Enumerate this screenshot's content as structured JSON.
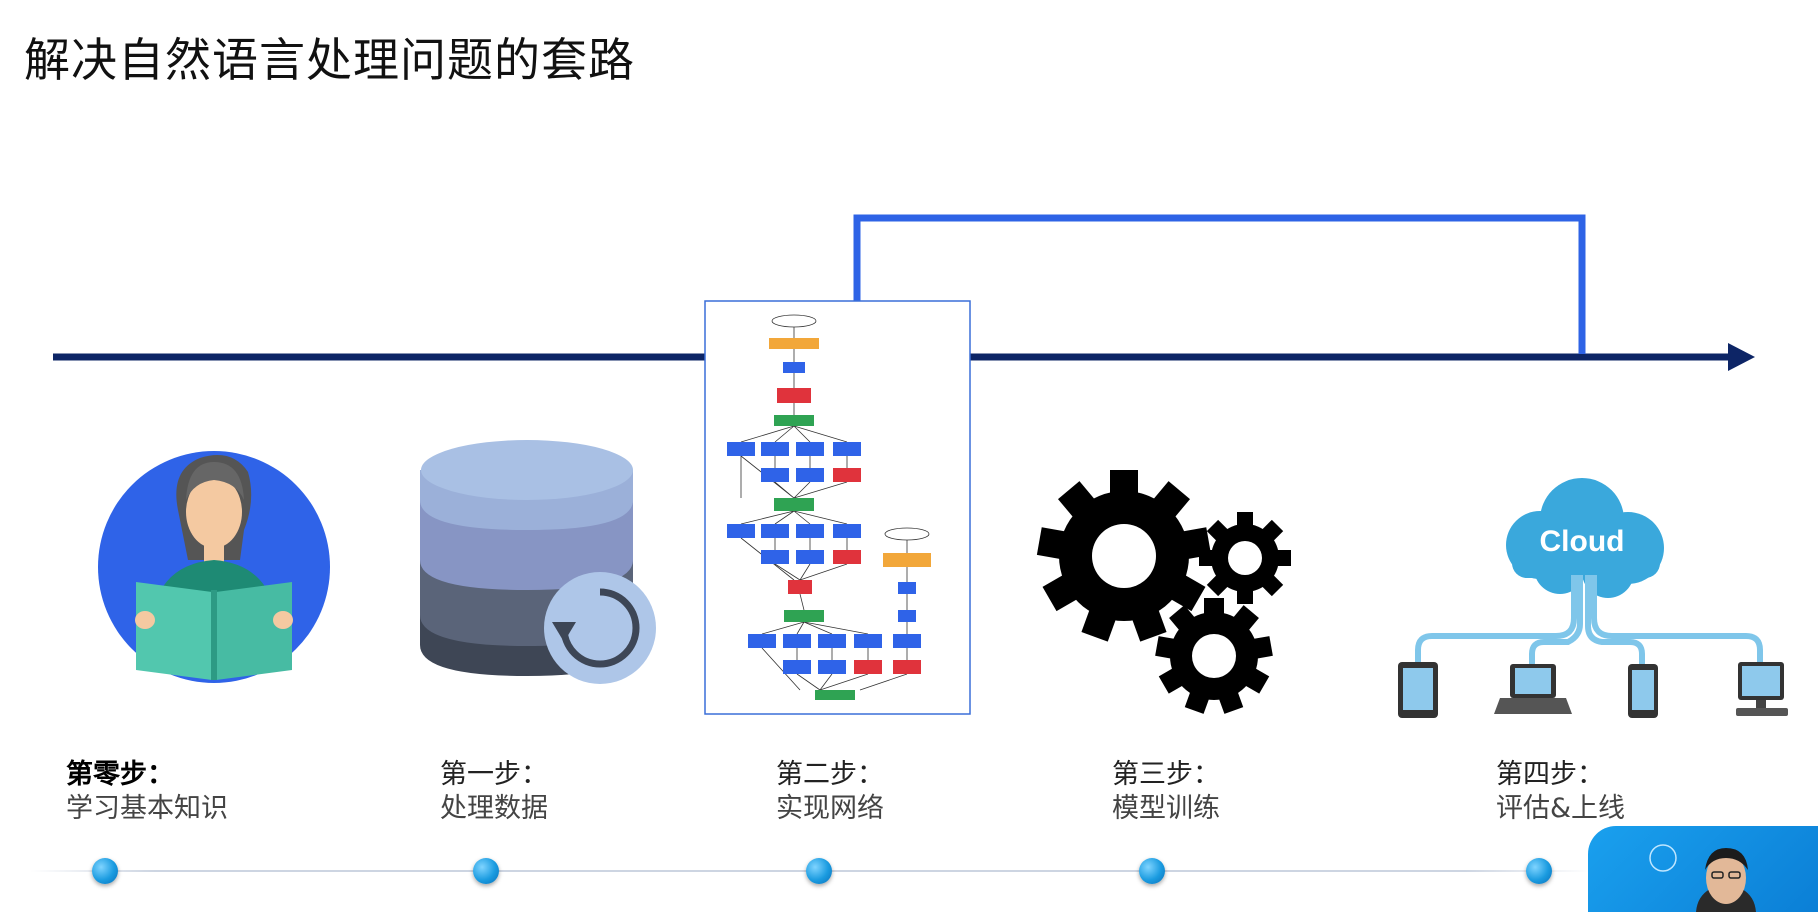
{
  "title": "解决自然语言处理问题的套路",
  "cloud_label": "Cloud",
  "steps": [
    {
      "head": "第零步：",
      "sub": "学习基本知识"
    },
    {
      "head": "第一步：",
      "sub": "处理数据"
    },
    {
      "head": "第二步：",
      "sub": "实现网络"
    },
    {
      "head": "第三步：",
      "sub": "模型训练"
    },
    {
      "head": "第四步：",
      "sub": "评估&上线"
    }
  ],
  "colors": {
    "timeline_arrow": "#0d2566",
    "loop_arrow": "#2e63e6",
    "accent": "#1a9be0"
  },
  "icons": [
    "person-reading-icon",
    "database-refresh-icon",
    "neural-network-diagram",
    "gears-icon",
    "cloud-devices-icon",
    "presenter-webcam"
  ]
}
